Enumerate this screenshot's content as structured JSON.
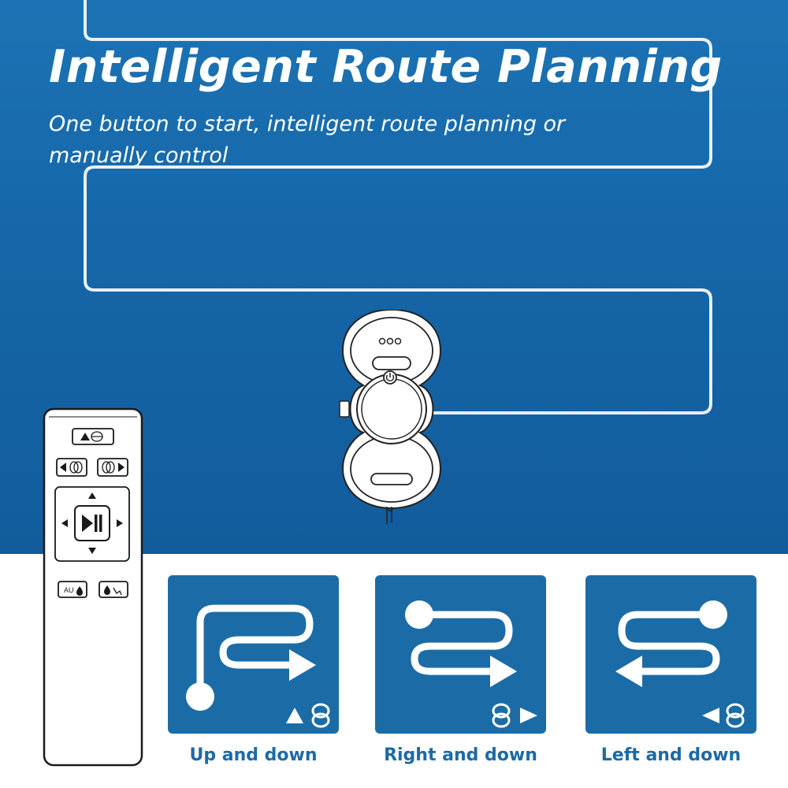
{
  "header": {
    "title": "Intelligent Route Planning",
    "subtitle": "One button to start, intelligent route planning or manually control"
  },
  "modes": [
    {
      "label": "Up and down"
    },
    {
      "label": "Right and down"
    },
    {
      "label": "Left and down"
    }
  ],
  "remote": {
    "button_auto": "AU"
  },
  "colors": {
    "hero_blue": "#1566a8",
    "card_blue": "#1b6ca6",
    "caption_blue": "#1c6aa7",
    "route_line": "#ffffff"
  },
  "icons": [
    "up-triangle-icon",
    "double-ring-icon",
    "left-triangle-icon",
    "right-triangle-icon",
    "play-pause-icon",
    "water-drop-icon",
    "manual-spray-icon",
    "power-icon"
  ]
}
